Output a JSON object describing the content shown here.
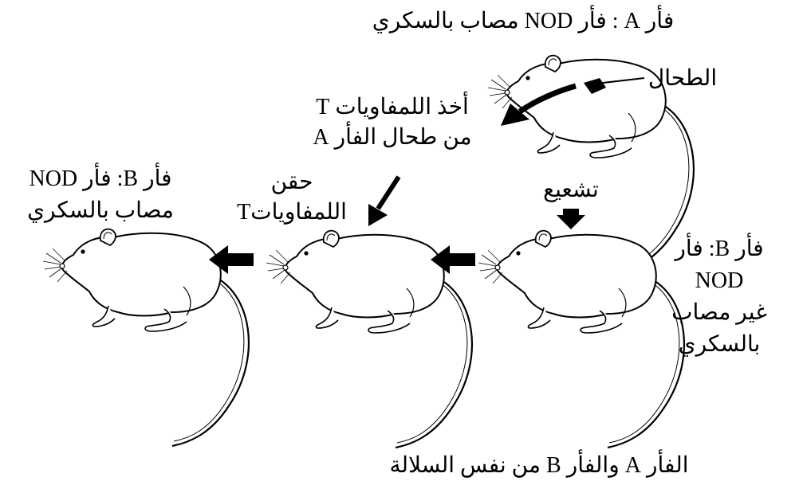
{
  "labels": {
    "mouse_a_title": "فأر A : فأر NOD مصاب بالسكري",
    "spleen": "الطحال",
    "take_t_line1": "أخذ اللمفاويات T",
    "take_t_line2": "من طحال الفأر A",
    "irradiation": "تشعيع",
    "inject_line1": "حقن",
    "inject_line2": "اللمفاوياتT",
    "mouse_b_diabetic_line1": "فأر B: فأر NOD",
    "mouse_b_diabetic_line2": "مصاب بالسكري",
    "mouse_b_healthy_line1": "فأر B: فأر",
    "mouse_b_healthy_line2": "NOD",
    "mouse_b_healthy_line3": "غير مصاب",
    "mouse_b_healthy_line4": "بالسكري",
    "footer": "الفأر A والفأر B من نفس السلالة"
  }
}
